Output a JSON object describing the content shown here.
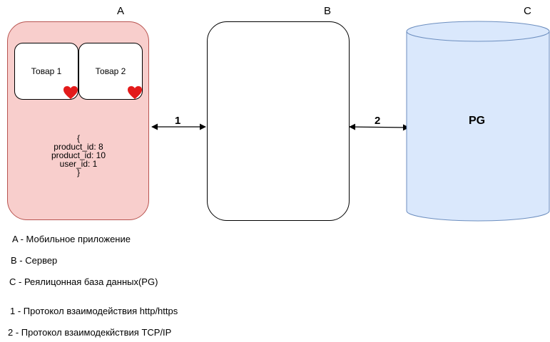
{
  "node_a": {
    "letter": "A",
    "cards": [
      {
        "label": "Товар 1",
        "icon": "heart-icon"
      },
      {
        "label": "Товар 2",
        "icon": "heart-icon"
      }
    ],
    "json_lines": [
      "{",
      "product_id: 8",
      "product_id: 10",
      "user_id: 1",
      "}"
    ],
    "fill": "#f8cecc",
    "stroke": "#b85450"
  },
  "node_b": {
    "letter": "B"
  },
  "node_c": {
    "letter": "C",
    "label": "PG",
    "fill": "#dae8fc",
    "stroke": "#6c8ebf"
  },
  "arrows": [
    {
      "label": "1"
    },
    {
      "label": "2"
    }
  ],
  "legend": [
    "A - Мобильное приложение",
    "B - Сервер",
    "C - Реялицонная база данных(PG)",
    "1 - Протокол взаимодействия http/https",
    "2 - Протокол взаимодекйствия TCP/IP"
  ],
  "heart_color": "#e31b1b"
}
